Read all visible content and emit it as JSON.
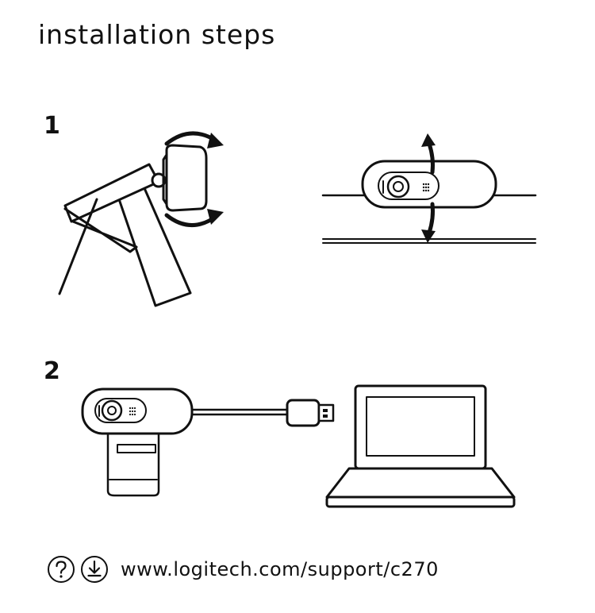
{
  "document": {
    "title": "installation steps"
  },
  "steps": [
    {
      "number": "1"
    },
    {
      "number": "2"
    }
  ],
  "footer": {
    "icons": [
      "question-circle-icon",
      "download-circle-icon"
    ],
    "support_url": "www.logitech.com/support/c270"
  }
}
